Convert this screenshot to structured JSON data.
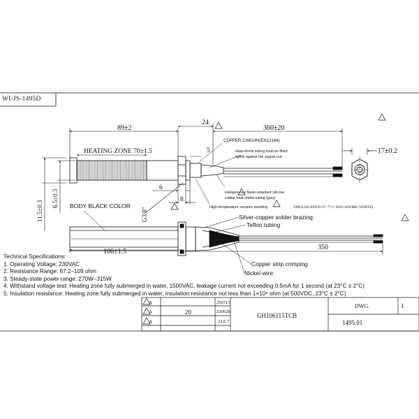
{
  "drawing_id": "WI-JS-1495D",
  "dimensions": {
    "total_length_top": "89±2",
    "nut_width": "24",
    "wire_length_top": "360±20",
    "hex_width": "17±0.2",
    "heating_zone": "HEATING ZONE 70±1.5",
    "small_5": "5",
    "small_6": "6",
    "small_8": "8",
    "thread": "G3/8\"",
    "dia_outer": "11.5±0.3",
    "dia_inner": "6.5±0.3",
    "body_length": "106±1.5",
    "wire_length_bottom": "350",
    "revision_mark": "1"
  },
  "callouts": {
    "copper": "COPPER CW614N(EN12164)",
    "heat_shrink": "Heat-shrink tubing must be fitted\ntightly against the copper nut.",
    "halogen": "Halogen-free flame-retardant silicone\nrubber heat-shrink tubing (grey)",
    "ceramic": "High-temperature ceramic bonding",
    "homologation": "OMOLOGATION N° 7717  AWG18WIRE (WHITE)",
    "body_color": "BODY BLACK COLOR",
    "silver": "Silver-copper solder brazing",
    "teflon": "Teflon tubing",
    "crimping": "Copper strip crimping",
    "nickel": "Nickel wire"
  },
  "specs": {
    "title": "Technical Specifications:",
    "items": [
      "1. Operating Voltage: 230VAC",
      "2. Resistance Range: 67.2–109 ohm",
      "3. Steady-state power range: 270W–315W",
      "4. Withstand voltage test: Heating zone fully submerged in water, 1500VAC, leakage current not exceeding 0.5mA for 1 second (at 23°C ± 2°C)",
      "5. Insulation resistance: Heating zone fully submerged in water, insulation resistance not less than 1×10⁸ ohm (at 500VDC, 23°C ± 2°C)"
    ]
  },
  "title_block": {
    "rev_a": "A",
    "rev_b": "A",
    "rev_c": "A",
    "qty": "20",
    "date1": "250715",
    "date2": "220628",
    "date3": "22.6.7",
    "part_no": "GH106115TCB",
    "dwg_label": "DWG.",
    "dwg_no": "1495.01"
  }
}
